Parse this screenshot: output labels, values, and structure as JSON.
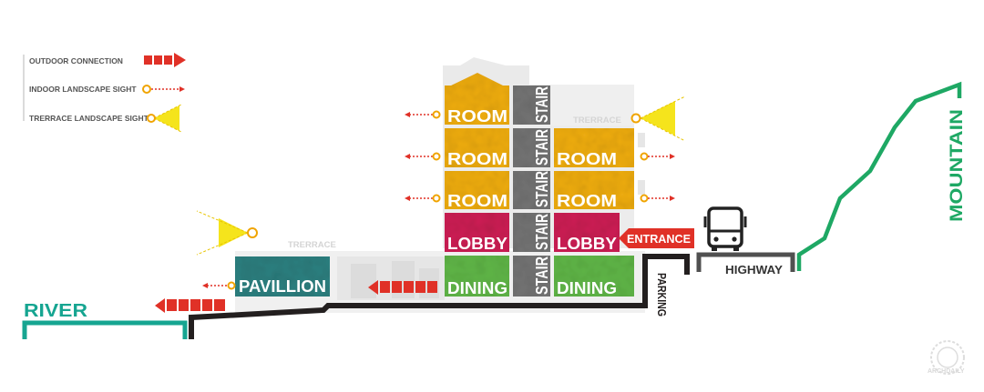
{
  "legend": {
    "items": [
      {
        "label": "OUTDOOR CONNECTION",
        "symbol": "red-block-arrow"
      },
      {
        "label": "INDOOR LANDSCAPE SIGHT",
        "symbol": "dotted-arrow-circle"
      },
      {
        "label": "TRERRACE LANDSCAPE SIGHT",
        "symbol": "sight-cone"
      }
    ]
  },
  "places": {
    "river": "RIVER",
    "mountain": "MOUNTAIN",
    "highway": "HIGHWAY",
    "parking": "PARKING",
    "entrance": "ENTRANCE",
    "upper_terrace": "TRERRACE",
    "lower_terrace": "TRERRACE"
  },
  "rooms": {
    "left": [
      "ROOM",
      "ROOM",
      "ROOM",
      "LOBBY",
      "DINING"
    ],
    "stair": [
      "STAIR",
      "STAIR",
      "STAIR",
      "STAIR",
      "STAIR"
    ],
    "right": [
      "ROOM",
      "ROOM",
      "LOBBY",
      "DINING"
    ],
    "pavillion": "PAVILLION"
  },
  "colors": {
    "outdoor_connection": "#e03127",
    "indoor_sight": "#f0a400",
    "room": "#eeac12",
    "lobby": "#cc1e54",
    "dining": "#5fb547",
    "stair": "#737373",
    "pavillion": "#2c7f7f",
    "river": "#16a591",
    "mountain": "#1ea864",
    "ground": "#231f1f",
    "highway": "#505050"
  },
  "icons": {
    "bus": "bus-icon"
  },
  "watermark": "ARCHDAILY"
}
